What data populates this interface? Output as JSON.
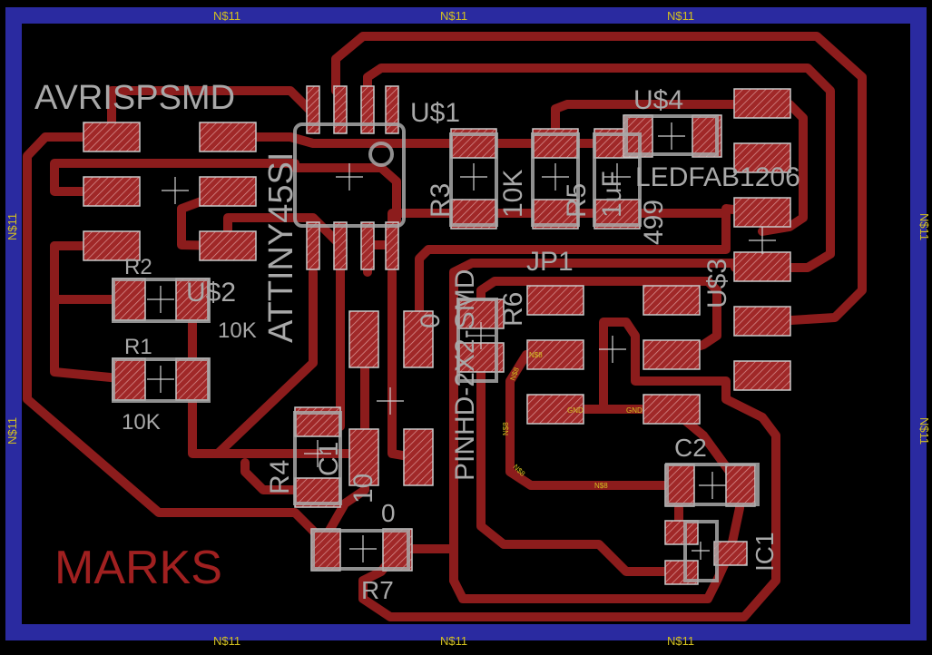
{
  "colors": {
    "board": "#000000",
    "frame": "#2a2aa0",
    "trace": "#8c1c1c",
    "pad": "#b03030",
    "silkscreen": "#a8a8a8",
    "net_label": "#d2c020",
    "marks": "#a02020"
  },
  "frame_net": "N$11",
  "components": {
    "avrisp": {
      "name": "AVRISPSMD",
      "ref": "U$2"
    },
    "r2": {
      "ref": "R2",
      "value": "10K"
    },
    "r1": {
      "ref": "R1",
      "value": "10K"
    },
    "mcu": {
      "name": "ATTINY45SI",
      "ref": "U$1"
    },
    "r3": {
      "ref": "R3",
      "value": "10K"
    },
    "r5": {
      "ref": "R5",
      "value": "1uF"
    },
    "r5b": {
      "value": "499"
    },
    "led": {
      "ref": "U$4",
      "name": "LEDFAB1206"
    },
    "u3": {
      "ref": "U$3"
    },
    "jp1": {
      "ref": "JP1",
      "name": "PINHD-2X2-SMD"
    },
    "r6": {
      "ref": "R6",
      "value": "0"
    },
    "r4": {
      "ref": "R4",
      "value": "10"
    },
    "c1": {
      "ref": "C1"
    },
    "r7": {
      "ref": "R7",
      "value": "0"
    },
    "c2": {
      "ref": "C2"
    },
    "ic1": {
      "ref": "IC1"
    }
  },
  "net_labels": {
    "gnd1": "GND",
    "gnd2": "GND",
    "n8a": "N$8",
    "n8b": "N$8",
    "n8c": "N$8",
    "n8d": "N$8",
    "n8e": "N$8"
  },
  "marks_label": "MARKS"
}
